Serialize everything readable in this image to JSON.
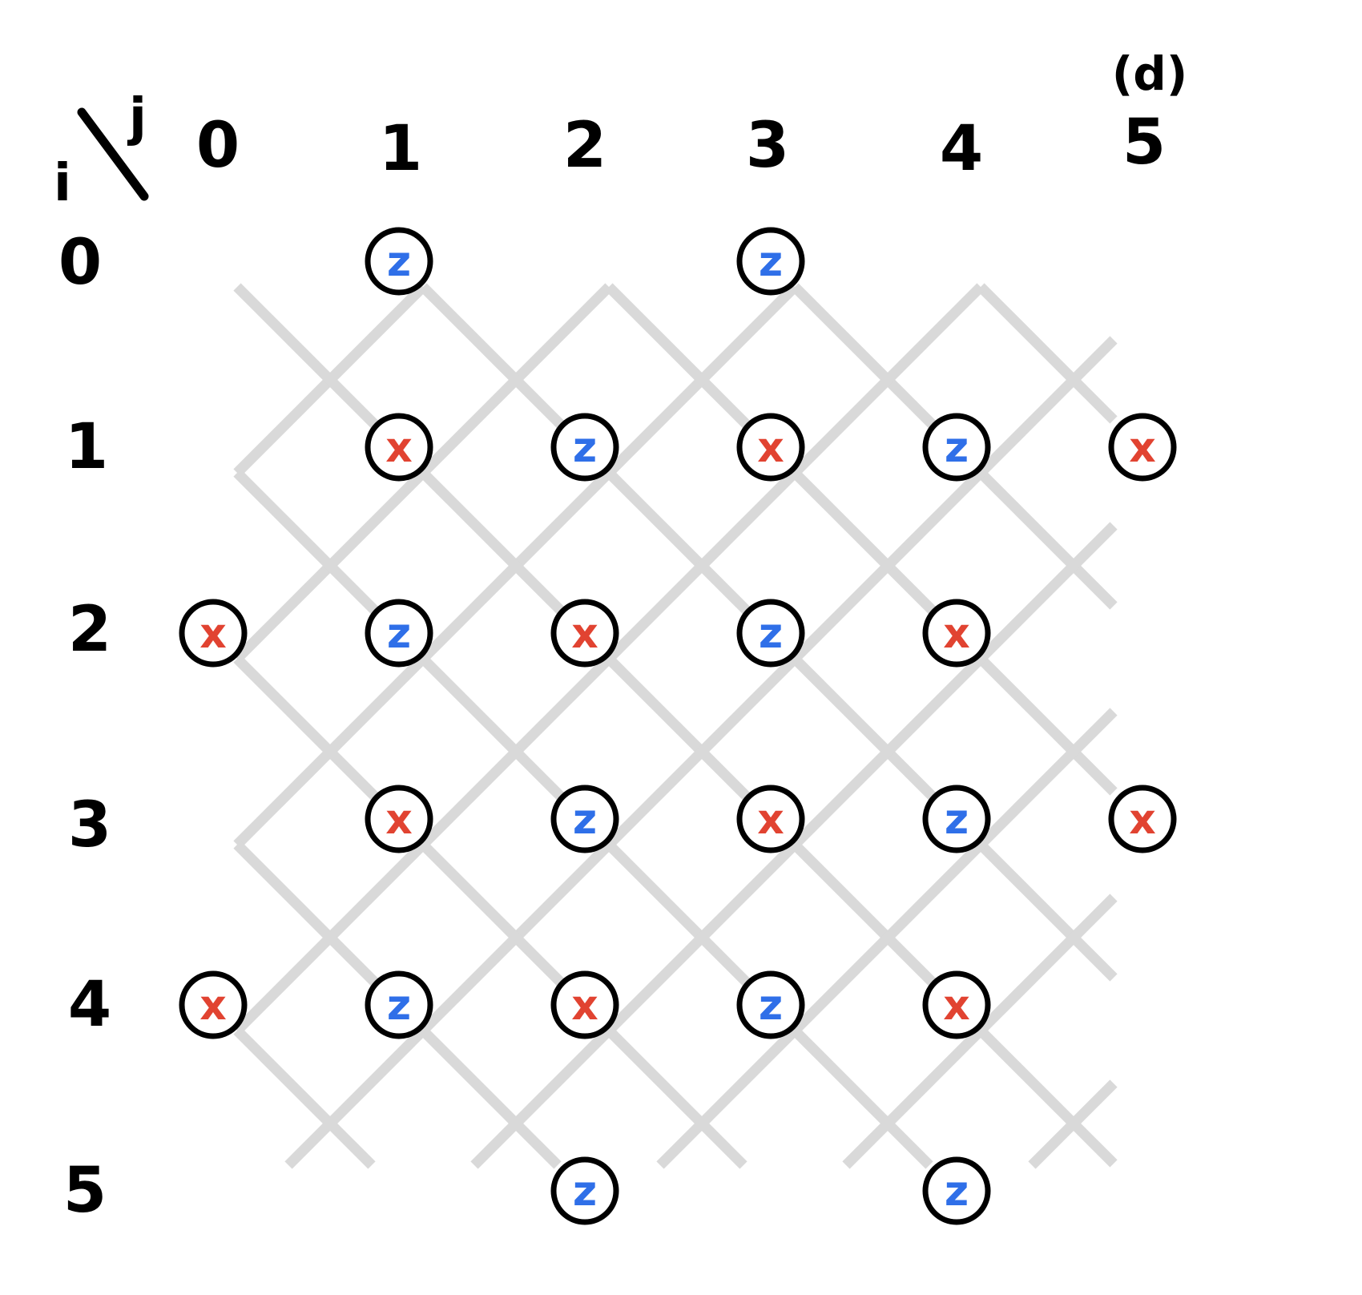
{
  "panel_label": "(d)",
  "corner_label": {
    "row": "i",
    "col": "j"
  },
  "col_labels": [
    "0",
    "1",
    "2",
    "3",
    "4",
    "5"
  ],
  "row_labels": [
    "0",
    "1",
    "2",
    "3",
    "4",
    "5"
  ],
  "colors": {
    "x_qubit": "#e14331",
    "z_qubit": "#2f6fe8",
    "circle_stroke": "#000000",
    "lattice_line": "#d9d9d9",
    "label": "#000000"
  },
  "qubits": [
    {
      "row": 0,
      "col": 1,
      "type": "z",
      "letter": "z"
    },
    {
      "row": 0,
      "col": 3,
      "type": "z",
      "letter": "z"
    },
    {
      "row": 1,
      "col": 1,
      "type": "x",
      "letter": "x"
    },
    {
      "row": 1,
      "col": 2,
      "type": "z",
      "letter": "z"
    },
    {
      "row": 1,
      "col": 3,
      "type": "x",
      "letter": "x"
    },
    {
      "row": 1,
      "col": 4,
      "type": "z",
      "letter": "z"
    },
    {
      "row": 1,
      "col": 5,
      "type": "x",
      "letter": "x"
    },
    {
      "row": 2,
      "col": 0,
      "type": "x",
      "letter": "x"
    },
    {
      "row": 2,
      "col": 1,
      "type": "z",
      "letter": "z"
    },
    {
      "row": 2,
      "col": 2,
      "type": "x",
      "letter": "x"
    },
    {
      "row": 2,
      "col": 3,
      "type": "z",
      "letter": "z"
    },
    {
      "row": 2,
      "col": 4,
      "type": "x",
      "letter": "x"
    },
    {
      "row": 3,
      "col": 1,
      "type": "x",
      "letter": "x"
    },
    {
      "row": 3,
      "col": 2,
      "type": "z",
      "letter": "z"
    },
    {
      "row": 3,
      "col": 3,
      "type": "x",
      "letter": "x"
    },
    {
      "row": 3,
      "col": 4,
      "type": "z",
      "letter": "z"
    },
    {
      "row": 3,
      "col": 5,
      "type": "x",
      "letter": "x"
    },
    {
      "row": 4,
      "col": 0,
      "type": "x",
      "letter": "x"
    },
    {
      "row": 4,
      "col": 1,
      "type": "z",
      "letter": "z"
    },
    {
      "row": 4,
      "col": 2,
      "type": "x",
      "letter": "x"
    },
    {
      "row": 4,
      "col": 3,
      "type": "z",
      "letter": "z"
    },
    {
      "row": 4,
      "col": 4,
      "type": "x",
      "letter": "x"
    },
    {
      "row": 5,
      "col": 2,
      "type": "z",
      "letter": "z"
    },
    {
      "row": 5,
      "col": 4,
      "type": "z",
      "letter": "z"
    }
  ]
}
